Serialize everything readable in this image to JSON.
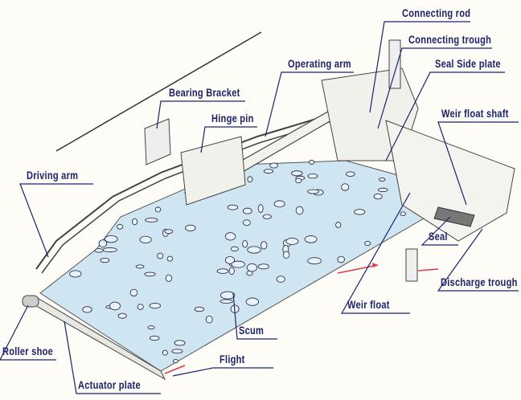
{
  "title": "Scum skimmer assembly diagram",
  "colors": {
    "label": "#1c2270",
    "water": "#cfe6f2",
    "line": "#333333",
    "arrow": "#e03a4a"
  },
  "labels": {
    "connecting_rod": "Connecting rod",
    "connecting_trough": "Connecting trough",
    "seal_side_plate": "Seal Side plate",
    "operating_arm": "Operating arm",
    "bearing_bracket": "Bearing Bracket",
    "hinge_pin": "Hinge pin",
    "weir_float_shaft": "Weir float shaft",
    "driving_arm": "Driving arm",
    "seal": "Seal",
    "discharge_trough": "Discharge trough",
    "weir_float": "Weir float",
    "scum": "Scum",
    "roller_shoe": "Roller shoe",
    "flight": "Flight",
    "actuator_plate": "Actuator plate"
  }
}
